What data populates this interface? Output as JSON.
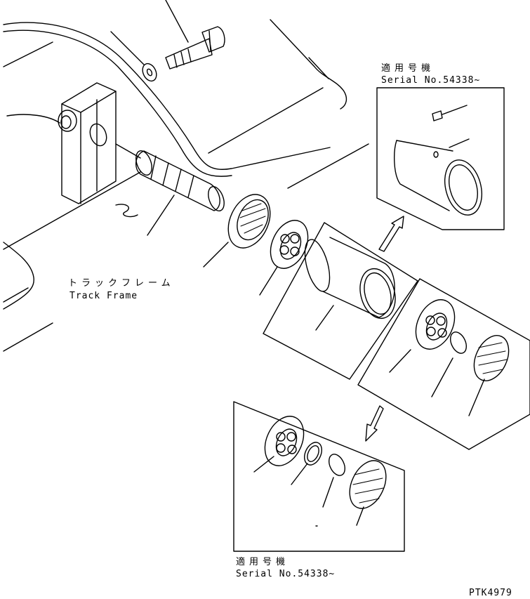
{
  "labels": {
    "track_frame_jp": "トラックフレーム",
    "track_frame_en": "Track Frame",
    "serial_top_jp": "適用号機",
    "serial_top_en": "Serial No.54338~",
    "serial_bottom_jp": "適用号機",
    "serial_bottom_en": "Serial No.54338~",
    "drawing_code": "PTK4979"
  },
  "colors": {
    "line": "#000000",
    "background": "#ffffff"
  }
}
